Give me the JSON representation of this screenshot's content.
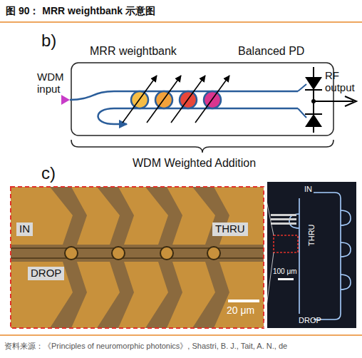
{
  "diagram": {
    "title": "图 90： MRR weightbank 示意图",
    "caption": "资料来源：《Principles of neuromorphic photonics》, Shastri, B. J., Tait, A. N., de",
    "nodes": [
      {
        "text": [
          "IN",
          "THRU",
          "DROP",
          "20 μm"
        ]
      },
      {
        "text": [
          "IN",
          "THRU",
          "100 μm",
          "DROP"
        ]
      }
    ],
    "labels": [
      "b)",
      "MRR weightbank",
      "Balanced PD",
      "WDM input",
      "RF output",
      "WDM Weighted Addition",
      "c)"
    ]
  }
}
